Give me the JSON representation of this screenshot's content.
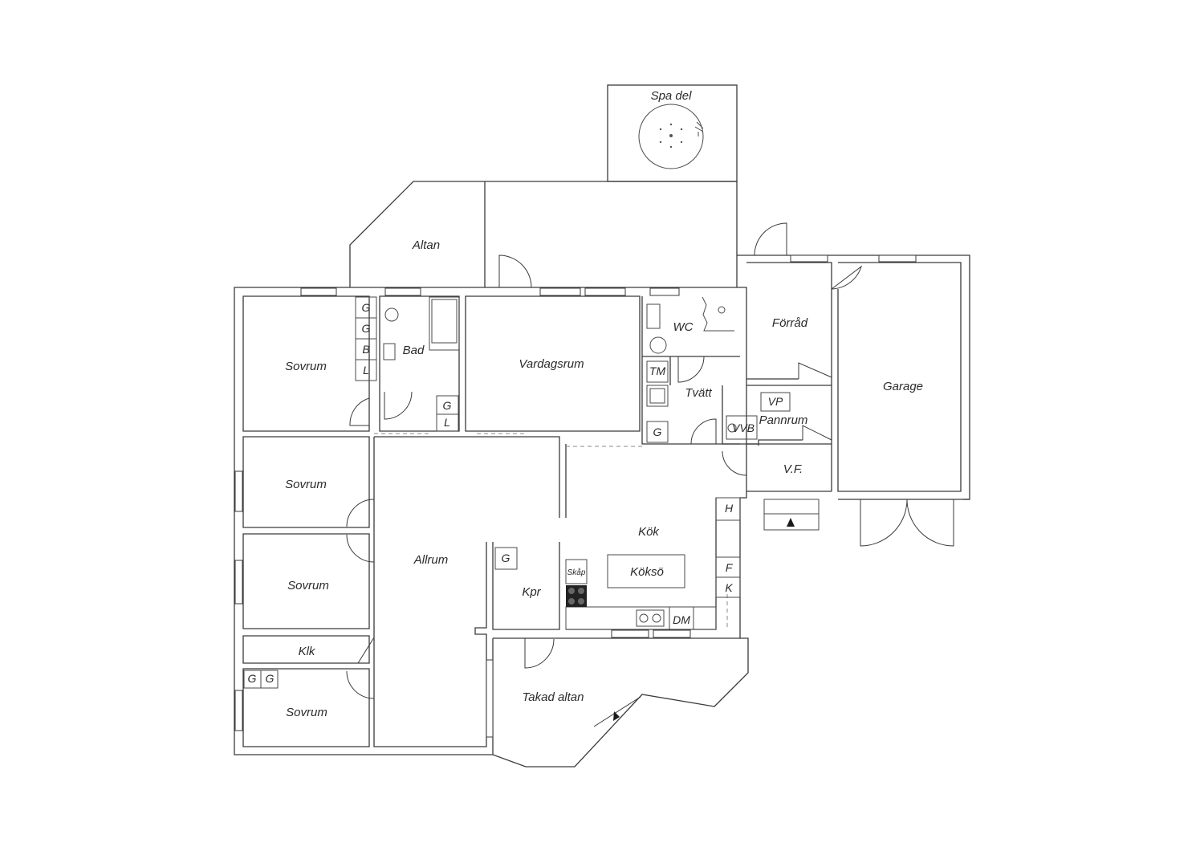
{
  "rooms": {
    "spa": "Spa del",
    "altan": "Altan",
    "sovrum_1": "Sovrum",
    "bad": "Bad",
    "vardagsrum": "Vardagsrum",
    "wc": "WC",
    "forrad": "Förråd",
    "garage": "Garage",
    "tvatt": "Tvätt",
    "pannrum": "Pannrum",
    "vf": "V.F.",
    "sovrum_2": "Sovrum",
    "sovrum_3": "Sovrum",
    "allrum": "Allrum",
    "kok": "Kök",
    "kokso": "Köksö",
    "kpr": "Kpr",
    "klk": "Klk",
    "sovrum_4": "Sovrum",
    "takad_altan": "Takad altan"
  },
  "fixtures": {
    "bad_g1": "G",
    "bad_g2": "G",
    "bad_b": "B",
    "bad_l": "L",
    "hall_g": "G",
    "hall_l": "L",
    "tvatt_tm": "TM",
    "tvatt_g": "G",
    "vp": "VP",
    "vvb": "VVB",
    "kok_h": "H",
    "kok_f": "F",
    "kok_k": "K",
    "kok_dm": "DM",
    "skap": "Skåp",
    "kpr_g": "G",
    "sov4_g1": "G",
    "sov4_g2": "G"
  }
}
